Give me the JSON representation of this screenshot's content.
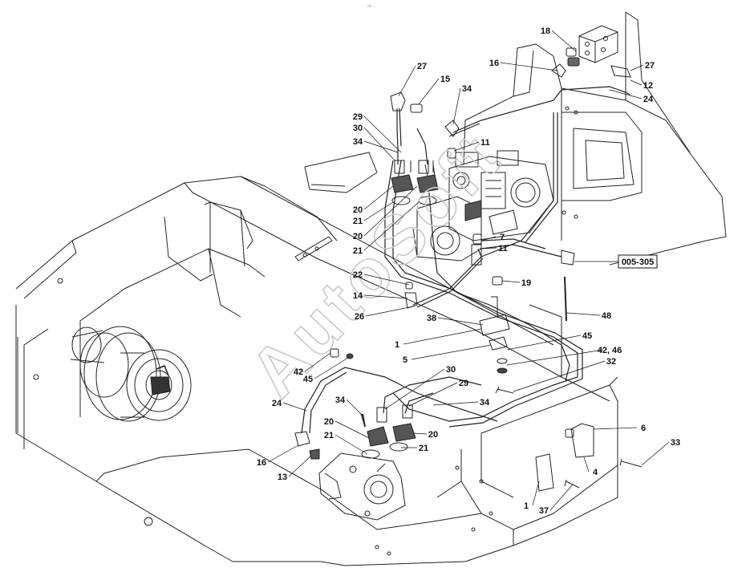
{
  "diagram": {
    "watermark": "AutoSoft",
    "top_mark": "№ ...",
    "reference_box": "005-305",
    "callouts": [
      {
        "id": "c18",
        "text": "18"
      },
      {
        "id": "c27a",
        "text": "27"
      },
      {
        "id": "c16a",
        "text": "16"
      },
      {
        "id": "c27b",
        "text": "27"
      },
      {
        "id": "c12",
        "text": "12"
      },
      {
        "id": "c15",
        "text": "15"
      },
      {
        "id": "c34a",
        "text": "34"
      },
      {
        "id": "c24a",
        "text": "24"
      },
      {
        "id": "c29a",
        "text": "29"
      },
      {
        "id": "c30a",
        "text": "30"
      },
      {
        "id": "c34b",
        "text": "34"
      },
      {
        "id": "c11a",
        "text": "11"
      },
      {
        "id": "c20a",
        "text": "20"
      },
      {
        "id": "c21a",
        "text": "21"
      },
      {
        "id": "c20b",
        "text": "20"
      },
      {
        "id": "c7",
        "text": "7"
      },
      {
        "id": "c21b",
        "text": "21"
      },
      {
        "id": "c11b",
        "text": "11"
      },
      {
        "id": "c22",
        "text": "22"
      },
      {
        "id": "c19",
        "text": "19"
      },
      {
        "id": "c14",
        "text": "14"
      },
      {
        "id": "c26",
        "text": "26"
      },
      {
        "id": "c38",
        "text": "38"
      },
      {
        "id": "c48",
        "text": "48"
      },
      {
        "id": "c1a",
        "text": "1"
      },
      {
        "id": "c45a",
        "text": "45"
      },
      {
        "id": "c5",
        "text": "5"
      },
      {
        "id": "c4246",
        "text": "42, 46"
      },
      {
        "id": "c42",
        "text": "42"
      },
      {
        "id": "c45b",
        "text": "45"
      },
      {
        "id": "c30b",
        "text": "30"
      },
      {
        "id": "c32",
        "text": "32"
      },
      {
        "id": "c29b",
        "text": "29"
      },
      {
        "id": "c24b",
        "text": "24"
      },
      {
        "id": "c34c",
        "text": "34"
      },
      {
        "id": "c34d",
        "text": "34"
      },
      {
        "id": "c20c",
        "text": "20"
      },
      {
        "id": "c6",
        "text": "6"
      },
      {
        "id": "c21c",
        "text": "21"
      },
      {
        "id": "c20d",
        "text": "20"
      },
      {
        "id": "c21d",
        "text": "21"
      },
      {
        "id": "c16b",
        "text": "16"
      },
      {
        "id": "c33",
        "text": "33"
      },
      {
        "id": "c4",
        "text": "4"
      },
      {
        "id": "c13",
        "text": "13"
      },
      {
        "id": "c1b",
        "text": "1"
      },
      {
        "id": "c37",
        "text": "37"
      }
    ]
  }
}
